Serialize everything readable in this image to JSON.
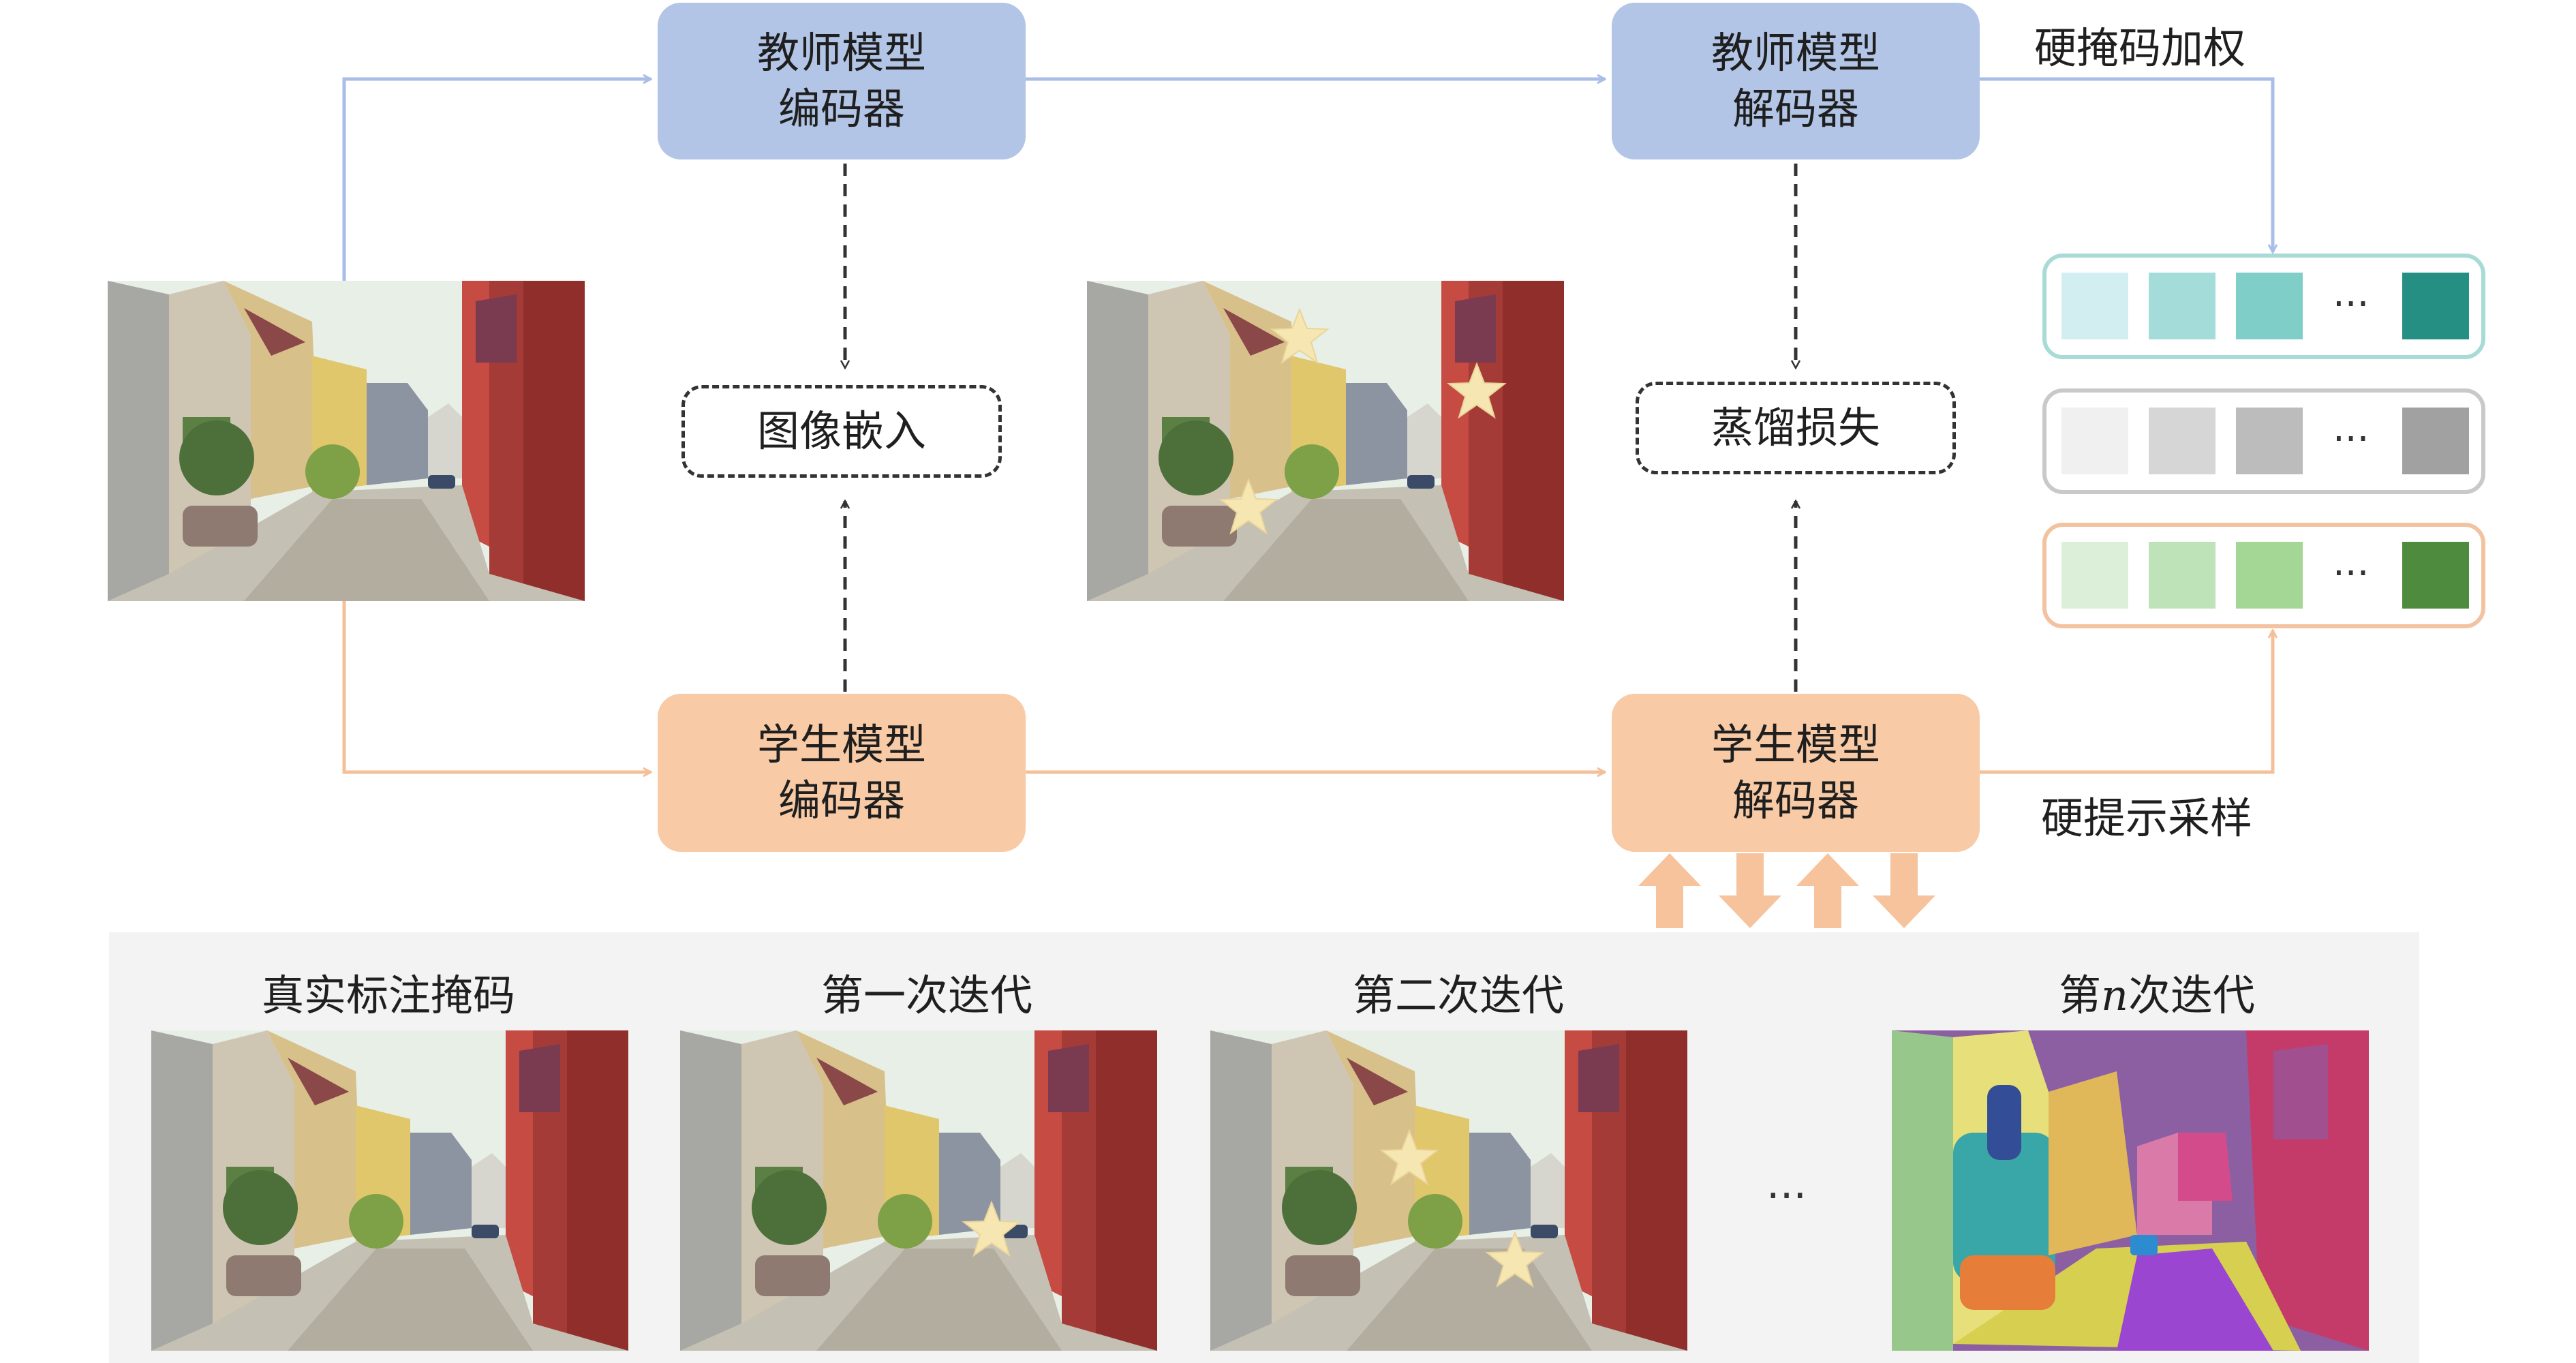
{
  "teacher_encoder": {
    "line1": "教师模型",
    "line2": "编码器"
  },
  "teacher_decoder": {
    "line1": "教师模型",
    "line2": "解码器"
  },
  "student_encoder": {
    "line1": "学生模型",
    "line2": "编码器"
  },
  "student_decoder": {
    "line1": "学生模型",
    "line2": "解码器"
  },
  "image_embedding": "图像嵌入",
  "distill_loss": "蒸馏损失",
  "hard_mask_weighting": "硬掩码加权",
  "hard_prompt_sampling": "硬提示采样",
  "mask_strip_ellipsis": "···",
  "iterations": {
    "ground_truth": "真实标注掩码",
    "iter1": "第一次迭代",
    "iter2": "第二次迭代",
    "ellipsis": "···",
    "iter_n_prefix": "第",
    "iter_n_var": "n",
    "iter_n_suffix": "次迭代"
  },
  "colors": {
    "teacher_box": "#b3c5e6",
    "student_box": "#f8cba6",
    "teacher_flow": "#a9bde6",
    "student_flow": "#f4c09a",
    "teal_strip": [
      "#d3eef0",
      "#a3dcd8",
      "#7fcfc8",
      "#268f84"
    ],
    "gray_strip": [
      "#f0f0f0",
      "#d6d6d6",
      "#bcbcbc",
      "#a1a1a1"
    ],
    "green_strip": [
      "#dcefd8",
      "#bfe3b8",
      "#a4d695",
      "#4e8b3e"
    ]
  }
}
